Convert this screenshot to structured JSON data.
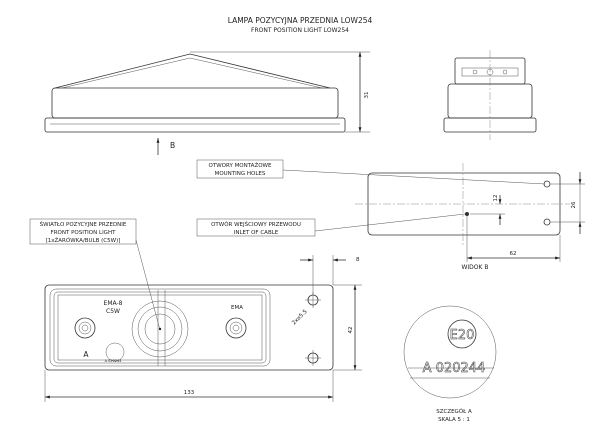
{
  "title": "LAMPA POZYCYJNA PRZEDNIA LOW254",
  "subtitle": "FRONT POSITION LIGHT LOW254",
  "top_view": {
    "height_dim": "31"
  },
  "view_arrow_label": "B",
  "view_b": {
    "title": "WIDOK B",
    "dim_hole_spacing": "26",
    "dim_inlet_offset": "12",
    "dim_inlet_to_holes": "62",
    "label_mounting_holes": [
      "OTWORY MONTAŻOWE",
      "MOUNTING HOLES"
    ],
    "label_cable_inlet": [
      "OTWÓR WEJŚCIOWY PRZEWODU",
      "INLET OF CABLE"
    ]
  },
  "front_view": {
    "label": [
      "ŚWIATŁO POZYCYJNE PRZEDNIE",
      "FRONT POSITION LIGHT",
      "[1xŻARÓWKA/BULB (C5W)]"
    ],
    "marking_1": "EMA-8",
    "marking_2": "C5W",
    "marking_right": "EMA",
    "detail_marker": "A",
    "small_code": "A 020244",
    "dim_width": "133",
    "dim_height": "42",
    "dim_edge": "8",
    "dim_holes": "2x⌀5.5"
  },
  "detail_a": {
    "approval_mark": "E20",
    "approval_number": "A 020244",
    "title": "SZCZEGÓŁ A",
    "scale": "SKALA 5 : 1"
  }
}
